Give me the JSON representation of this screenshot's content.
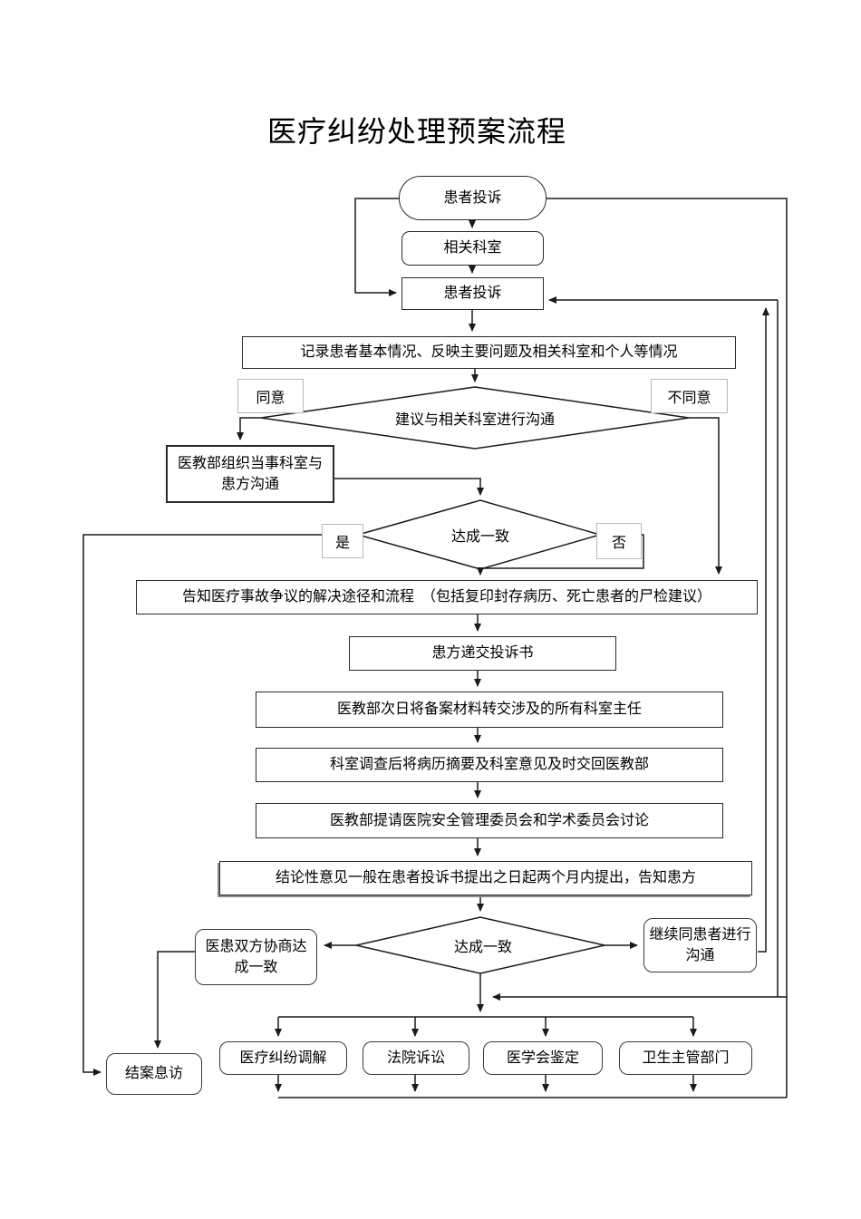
{
  "title": "医疗纠纷处理预案流程",
  "nodes": {
    "complaint_start": "患者投诉",
    "related_dept": "相关科室",
    "complaint": "患者投诉",
    "record": "记录患者基本情况、反映主要问题及相关科室和个人等情况",
    "suggest_communicate": "建议与相关科室进行沟通",
    "organize_communicate": "医教部组织当事科室与患方沟通",
    "reach_agreement_1": "达成一致",
    "inform_channels": "告知医疗事故争议的解决途径和流程　（包括复印封存病历、死亡患者的尸检建议）",
    "submit_letter": "患方递交投诉书",
    "forward_materials": "医教部次日将备案材料转交涉及的所有科室主任",
    "dept_investigate": "科室调查后将病历摘要及科室意见及时交回医教部",
    "committee_discuss": "医教部提请医院安全管理委员会和学术委员会讨论",
    "conclusion": "结论性意见一般在患者投诉书提出之日起两个月内提出，告知患方",
    "reach_agreement_2": "达成一致",
    "both_parties_agree": "医患双方协商达成一致",
    "continue_communicate": "继续同患者进行沟通",
    "close_case": "结案息访",
    "mediation": "医疗纠纷调解",
    "court": "法院诉讼",
    "medical_appraisal": "医学会鉴定",
    "health_authority": "卫生主管部门"
  },
  "edge_labels": {
    "agree": "同意",
    "disagree": "不同意",
    "yes": "是",
    "no": "否"
  },
  "colors": {
    "line": "#1a1a1a",
    "text": "#000000",
    "background": "#ffffff",
    "label_border": "#b9b9b9"
  }
}
